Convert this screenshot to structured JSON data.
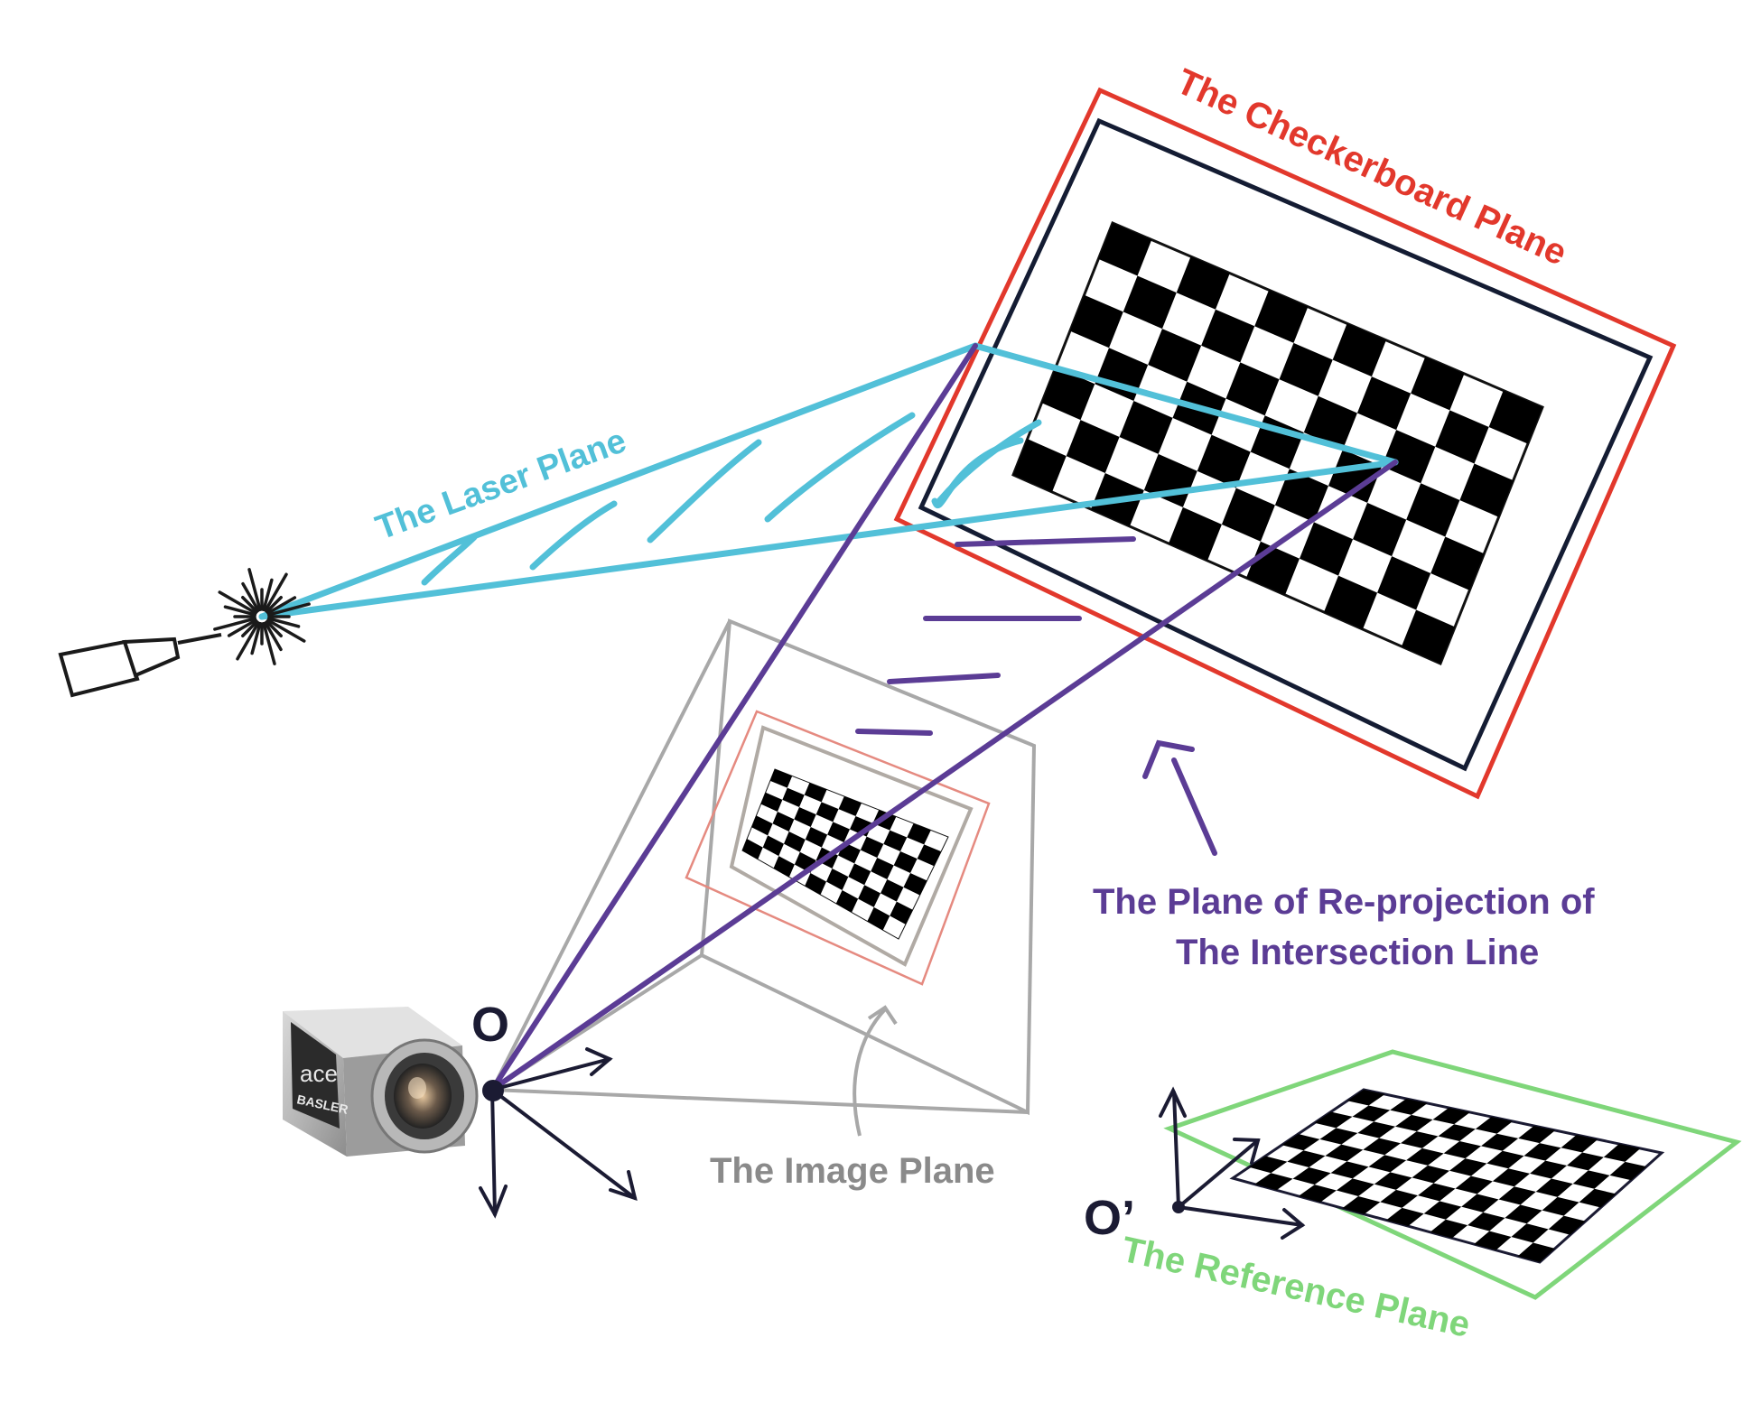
{
  "labels": {
    "checkerboard_plane": "The Checkerboard Plane",
    "laser_plane": "The Laser Plane",
    "reprojection_line1": "The Plane of Re-projection of",
    "reprojection_line2": "The Intersection Line",
    "image_plane": "The Image Plane",
    "reference_plane": "The Reference Plane",
    "origin_camera": "O",
    "origin_reference": "O’"
  },
  "camera_brand": {
    "model": "ace",
    "maker": "BASLER"
  },
  "colors": {
    "checkerboard": "#e2382c",
    "laser": "#52c0d8",
    "reprojection": "#5b3c95",
    "image_plane": "#a0a0a0",
    "reference": "#7fd67a",
    "ink": "#1b1b33",
    "board_frame": "#141c33"
  },
  "icons": [
    "laser-pointer-icon",
    "camera-icon"
  ]
}
